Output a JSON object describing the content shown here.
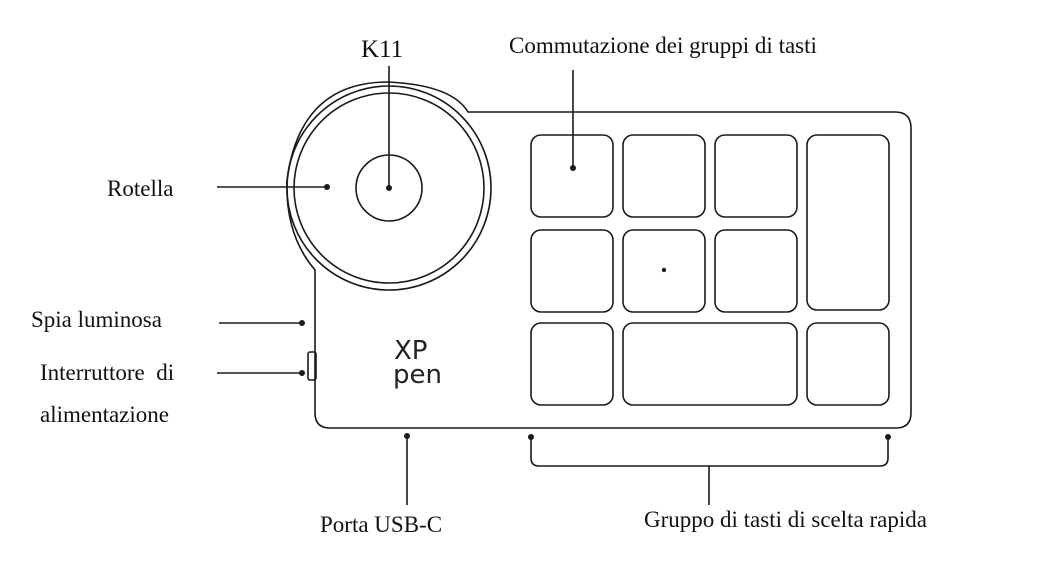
{
  "labels": {
    "k11": "K11",
    "group_switch": "Commutazione dei gruppi di tasti",
    "wheel": "Rotella",
    "indicator": "Spia luminosa",
    "power_line1": "Interruttore  di",
    "power_line2": "alimentazione",
    "usb": "Porta USB-C",
    "shortcut_group": "Gruppo di tasti di scelta rapida"
  },
  "logo": {
    "line1": "XP",
    "line2": "pen"
  },
  "colors": {
    "outline": "#1a1a1a",
    "background": "#ffffff"
  }
}
